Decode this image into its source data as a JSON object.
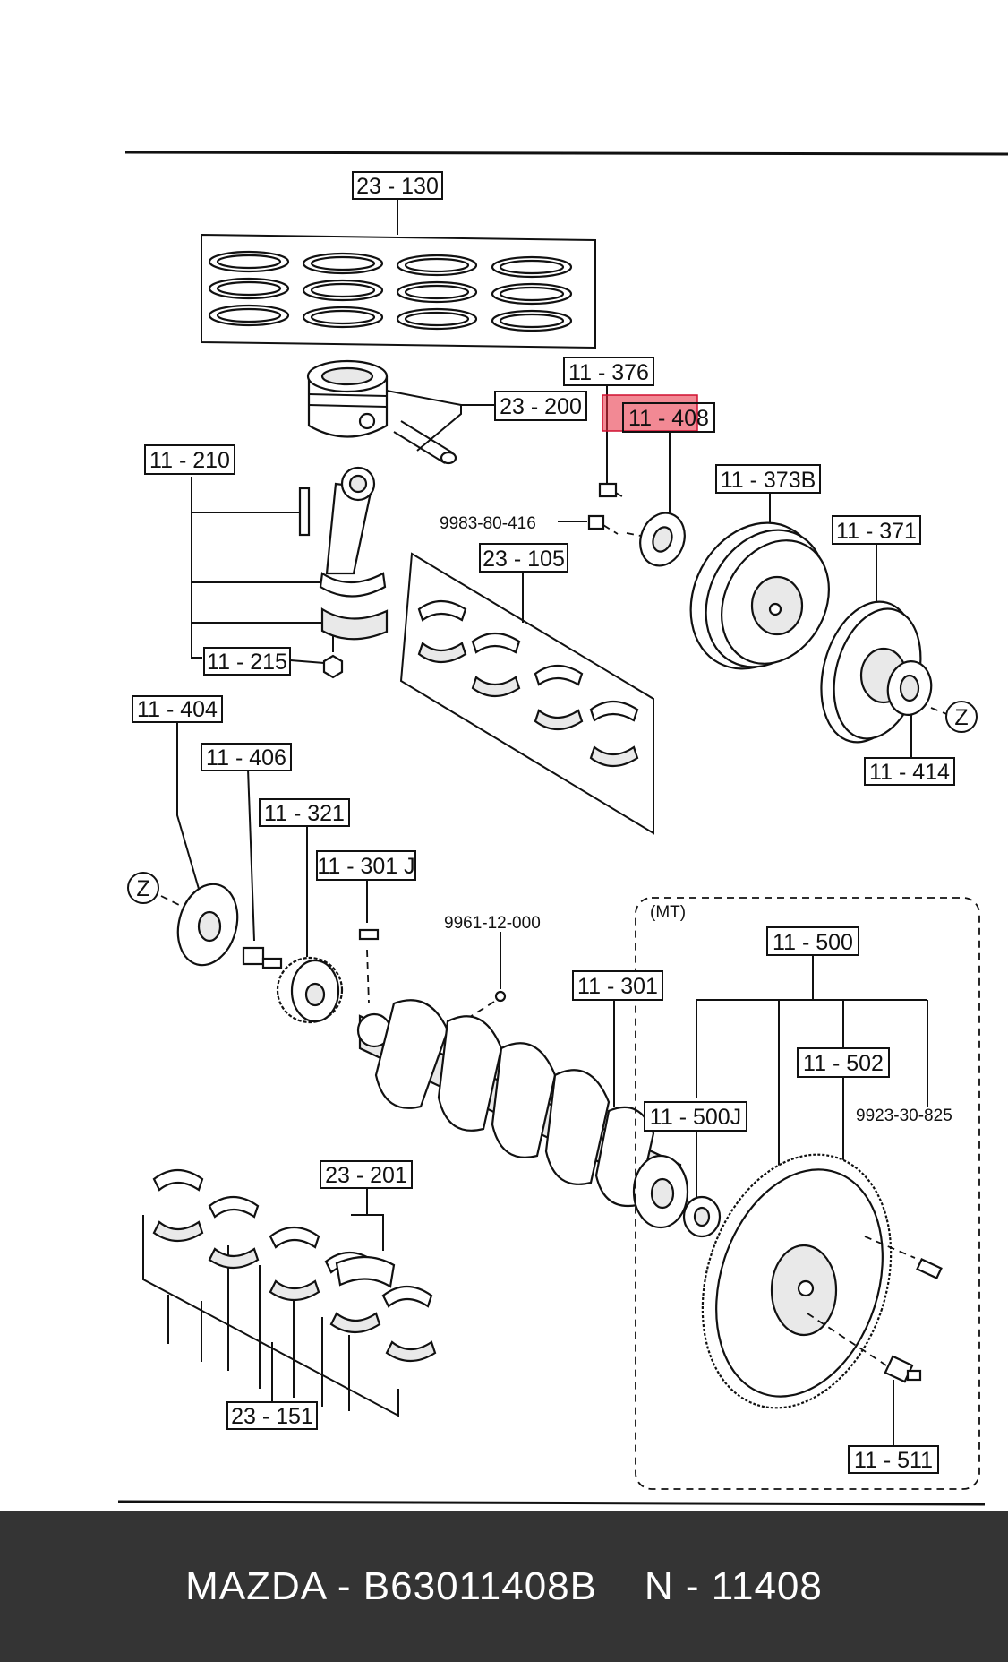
{
  "labels": {
    "l_23_130": "23 - 130",
    "l_23_200": "23 - 200",
    "l_11_376": "11 - 376",
    "l_11_408": "11 - 408",
    "l_11_210": "11 - 210",
    "l_9983_80_416": "9983-80-416",
    "l_11_373B": "11 - 373B",
    "l_23_105": "23 - 105",
    "l_11_371": "11 - 371",
    "l_11_215": "11 - 215",
    "l_11_404": "11 - 404",
    "l_11_414": "11 - 414",
    "l_11_406": "11 - 406",
    "l_z1": "Z",
    "l_11_321": "11 - 321",
    "l_11_301J": "11 - 301 J",
    "l_z2": "Z",
    "l_mt": "(MT)",
    "l_9961_12_000": "9961-12-000",
    "l_11_500": "11 - 500",
    "l_11_301": "11 - 301",
    "l_11_502": "11 - 502",
    "l_11_500J": "11 - 500J",
    "l_9923_30_825": "9923-30-825",
    "l_23_201": "23 - 201",
    "l_23_151": "23 - 151",
    "l_11_511": "11 - 511"
  },
  "caption": {
    "text": "MAZDA - B63011408B    N - 11408"
  },
  "colors": {
    "highlight": "#e8283c",
    "caption_bg": "#343434",
    "caption_fg": "#ffffff"
  }
}
